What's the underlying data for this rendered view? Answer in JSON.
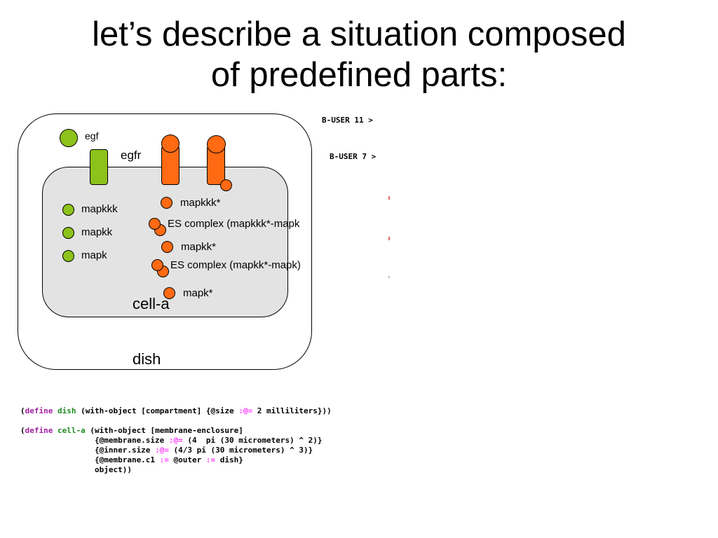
{
  "title": {
    "line1": "let’s describe a situation composed",
    "line2": "of predefined parts:"
  },
  "diagram": {
    "dish_label": "dish",
    "cell_label": "cell-a",
    "egf_label": "egf",
    "egfr_label": "egfr",
    "left_species": [
      "mapkkk",
      "mapkk",
      "mapk"
    ],
    "right_species": {
      "mapkkk_star": "mapkkk*",
      "es1": "ES complex (mapkkk*-mapk",
      "mapkk_star": "mapkk*",
      "es2": "ES complex (mapkk*-mapk)",
      "mapk_star": "mapk*"
    },
    "colors": {
      "green": "#8cc21b",
      "orange": "#ff6a12",
      "cell_fill": "#e3e3e3"
    }
  },
  "terminal": {
    "prompt1": "B-USER 11 >",
    "prompt2": "B-USER 7 >"
  },
  "code": {
    "line1": {
      "p1": "(",
      "define": "define",
      "sp": " ",
      "name": "dish",
      "rest1": " (with-object [compartment] {@size ",
      "op1": ":@=",
      "rest2": " 2 milliliters}))"
    },
    "line2": {
      "p1": "(",
      "define": "define",
      "sp": " ",
      "name": "cell-a",
      "rest1": " (with-object [membrane-enclosure]"
    },
    "line3": {
      "a": "                {@membrane.size ",
      "op": ":@=",
      "b": " (4  pi (30 micrometers) ^ 2)}"
    },
    "line4": {
      "a": "                {@inner.size ",
      "op": ":@=",
      "b": " (4/3 pi (30 micrometers) ^ 3)}"
    },
    "line5": {
      "a": "                {@membrane.c1 ",
      "op1": ":=",
      "b": " @outer ",
      "op2": ":=",
      "c": " dish}"
    },
    "line6": {
      "a": "                object))"
    }
  }
}
